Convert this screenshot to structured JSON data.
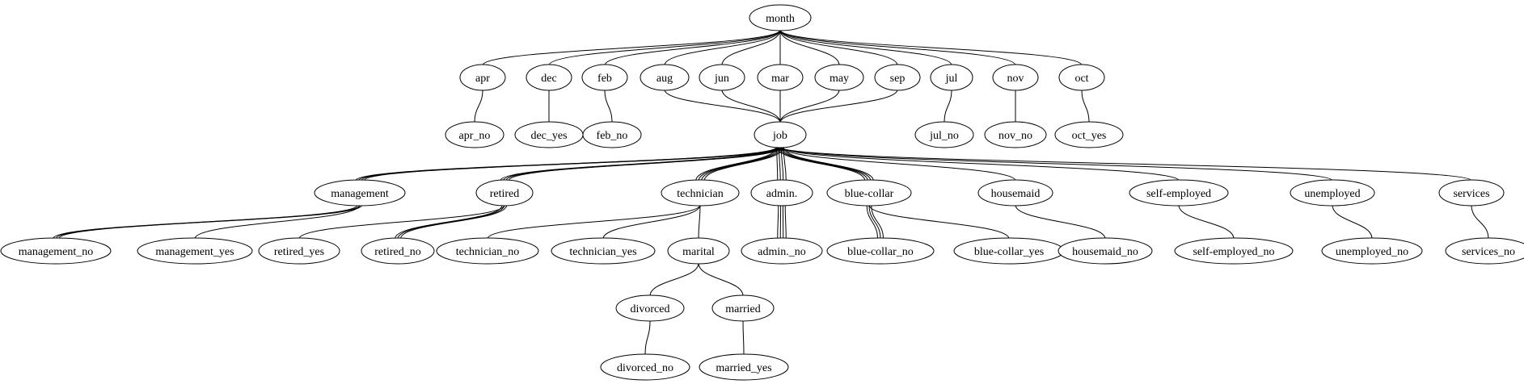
{
  "diagram": {
    "type": "decision-tree",
    "colors": {
      "background": "#ffffff",
      "stroke": "#000000",
      "text": "#000000"
    },
    "nodes": [
      {
        "id": "month",
        "label": "month"
      },
      {
        "id": "apr",
        "label": "apr"
      },
      {
        "id": "dec",
        "label": "dec"
      },
      {
        "id": "feb",
        "label": "feb"
      },
      {
        "id": "aug",
        "label": "aug"
      },
      {
        "id": "jun",
        "label": "jun"
      },
      {
        "id": "mar",
        "label": "mar"
      },
      {
        "id": "may",
        "label": "may"
      },
      {
        "id": "sep",
        "label": "sep"
      },
      {
        "id": "jul",
        "label": "jul"
      },
      {
        "id": "nov",
        "label": "nov"
      },
      {
        "id": "oct",
        "label": "oct"
      },
      {
        "id": "apr_no",
        "label": "apr_no"
      },
      {
        "id": "dec_yes",
        "label": "dec_yes"
      },
      {
        "id": "feb_no",
        "label": "feb_no"
      },
      {
        "id": "job",
        "label": "job"
      },
      {
        "id": "jul_no",
        "label": "jul_no"
      },
      {
        "id": "nov_no",
        "label": "nov_no"
      },
      {
        "id": "oct_yes",
        "label": "oct_yes"
      },
      {
        "id": "management",
        "label": "management"
      },
      {
        "id": "retired",
        "label": "retired"
      },
      {
        "id": "technician",
        "label": "technician"
      },
      {
        "id": "admin",
        "label": "admin."
      },
      {
        "id": "blue_collar",
        "label": "blue-collar"
      },
      {
        "id": "housemaid",
        "label": "housemaid"
      },
      {
        "id": "self_employed",
        "label": "self-employed"
      },
      {
        "id": "unemployed",
        "label": "unemployed"
      },
      {
        "id": "services",
        "label": "services"
      },
      {
        "id": "management_no",
        "label": "management_no"
      },
      {
        "id": "management_yes",
        "label": "management_yes"
      },
      {
        "id": "retired_yes",
        "label": "retired_yes"
      },
      {
        "id": "retired_no",
        "label": "retired_no"
      },
      {
        "id": "technician_no",
        "label": "technician_no"
      },
      {
        "id": "technician_yes",
        "label": "technician_yes"
      },
      {
        "id": "marital",
        "label": "marital"
      },
      {
        "id": "admin_no",
        "label": "admin._no"
      },
      {
        "id": "blue_collar_no",
        "label": "blue-collar_no"
      },
      {
        "id": "blue_collar_yes",
        "label": "blue-collar_yes"
      },
      {
        "id": "housemaid_no",
        "label": "housemaid_no"
      },
      {
        "id": "self_employed_no",
        "label": "self-employed_no"
      },
      {
        "id": "unemployed_no",
        "label": "unemployed_no"
      },
      {
        "id": "services_no",
        "label": "services_no"
      },
      {
        "id": "divorced",
        "label": "divorced"
      },
      {
        "id": "married",
        "label": "married"
      },
      {
        "id": "divorced_no",
        "label": "divorced_no"
      },
      {
        "id": "married_yes",
        "label": "married_yes"
      }
    ],
    "edges": [
      {
        "from": "month",
        "to": "apr",
        "count": 1
      },
      {
        "from": "month",
        "to": "dec",
        "count": 1
      },
      {
        "from": "month",
        "to": "feb",
        "count": 1
      },
      {
        "from": "month",
        "to": "aug",
        "count": 1
      },
      {
        "from": "month",
        "to": "jun",
        "count": 1
      },
      {
        "from": "month",
        "to": "mar",
        "count": 1
      },
      {
        "from": "month",
        "to": "may",
        "count": 1
      },
      {
        "from": "month",
        "to": "sep",
        "count": 1
      },
      {
        "from": "month",
        "to": "jul",
        "count": 1
      },
      {
        "from": "month",
        "to": "nov",
        "count": 1
      },
      {
        "from": "month",
        "to": "oct",
        "count": 1
      },
      {
        "from": "apr",
        "to": "apr_no",
        "count": 1
      },
      {
        "from": "dec",
        "to": "dec_yes",
        "count": 1
      },
      {
        "from": "feb",
        "to": "feb_no",
        "count": 1
      },
      {
        "from": "jul",
        "to": "jul_no",
        "count": 1
      },
      {
        "from": "nov",
        "to": "nov_no",
        "count": 1
      },
      {
        "from": "oct",
        "to": "oct_yes",
        "count": 1
      },
      {
        "from": "aug",
        "to": "job",
        "count": 1
      },
      {
        "from": "jun",
        "to": "job",
        "count": 1
      },
      {
        "from": "mar",
        "to": "job",
        "count": 1
      },
      {
        "from": "may",
        "to": "job",
        "count": 1
      },
      {
        "from": "sep",
        "to": "job",
        "count": 1
      },
      {
        "from": "job",
        "to": "management",
        "count": 4
      },
      {
        "from": "job",
        "to": "retired",
        "count": 4
      },
      {
        "from": "job",
        "to": "technician",
        "count": 4
      },
      {
        "from": "job",
        "to": "admin",
        "count": 4
      },
      {
        "from": "job",
        "to": "blue_collar",
        "count": 4
      },
      {
        "from": "job",
        "to": "housemaid",
        "count": 1
      },
      {
        "from": "job",
        "to": "self_employed",
        "count": 1
      },
      {
        "from": "job",
        "to": "unemployed",
        "count": 1
      },
      {
        "from": "job",
        "to": "services",
        "count": 1
      },
      {
        "from": "management",
        "to": "management_no",
        "count": 3
      },
      {
        "from": "management",
        "to": "management_yes",
        "count": 1
      },
      {
        "from": "retired",
        "to": "retired_yes",
        "count": 1
      },
      {
        "from": "retired",
        "to": "retired_no",
        "count": 3
      },
      {
        "from": "technician",
        "to": "technician_no",
        "count": 1
      },
      {
        "from": "technician",
        "to": "technician_yes",
        "count": 1
      },
      {
        "from": "technician",
        "to": "marital",
        "count": 1
      },
      {
        "from": "admin",
        "to": "admin_no",
        "count": 4
      },
      {
        "from": "blue_collar",
        "to": "blue_collar_no",
        "count": 3
      },
      {
        "from": "blue_collar",
        "to": "blue_collar_yes",
        "count": 1
      },
      {
        "from": "housemaid",
        "to": "housemaid_no",
        "count": 1
      },
      {
        "from": "self_employed",
        "to": "self_employed_no",
        "count": 1
      },
      {
        "from": "unemployed",
        "to": "unemployed_no",
        "count": 1
      },
      {
        "from": "services",
        "to": "services_no",
        "count": 1
      },
      {
        "from": "marital",
        "to": "divorced",
        "count": 1
      },
      {
        "from": "marital",
        "to": "married",
        "count": 1
      },
      {
        "from": "divorced",
        "to": "divorced_no",
        "count": 1
      },
      {
        "from": "married",
        "to": "married_yes",
        "count": 1
      }
    ]
  }
}
